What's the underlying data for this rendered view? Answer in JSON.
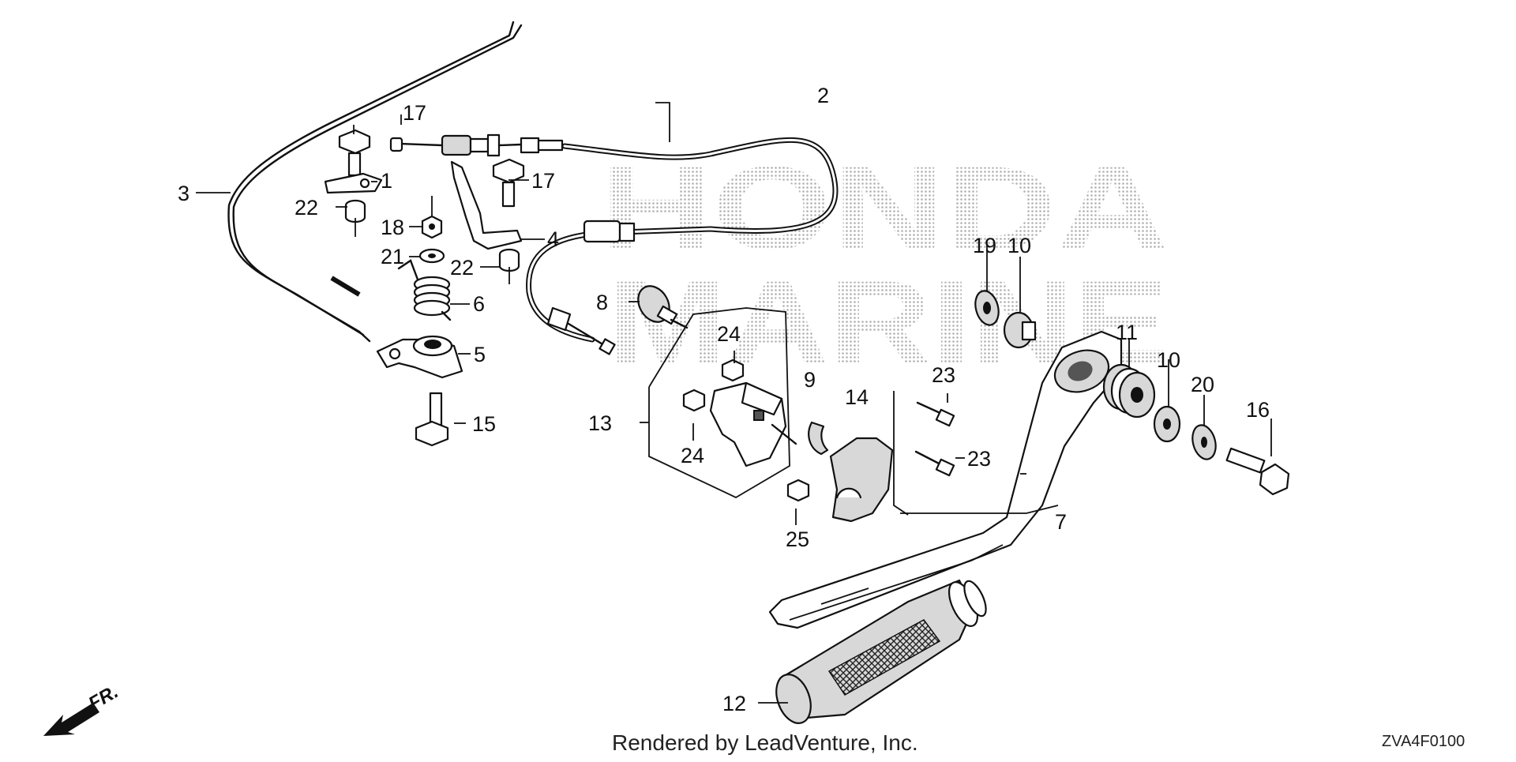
{
  "watermark": {
    "line1": "HONDA",
    "line2": "MARINE"
  },
  "callouts": [
    {
      "n": "1"
    },
    {
      "n": "2"
    },
    {
      "n": "3"
    },
    {
      "n": "4"
    },
    {
      "n": "5"
    },
    {
      "n": "6"
    },
    {
      "n": "7"
    },
    {
      "n": "8"
    },
    {
      "n": "9"
    },
    {
      "n": "10"
    },
    {
      "n": "10"
    },
    {
      "n": "11"
    },
    {
      "n": "12"
    },
    {
      "n": "13"
    },
    {
      "n": "14"
    },
    {
      "n": "15"
    },
    {
      "n": "16"
    },
    {
      "n": "17"
    },
    {
      "n": "17"
    },
    {
      "n": "18"
    },
    {
      "n": "19"
    },
    {
      "n": "20"
    },
    {
      "n": "21"
    },
    {
      "n": "22"
    },
    {
      "n": "22"
    },
    {
      "n": "23"
    },
    {
      "n": "23"
    },
    {
      "n": "24"
    },
    {
      "n": "24"
    },
    {
      "n": "25"
    }
  ],
  "direction": {
    "label": "FR."
  },
  "footer": {
    "rendered_by": "Rendered by LeadVenture, Inc.",
    "diagram_code": "ZVA4F0100"
  },
  "colors": {
    "ink": "#111111",
    "watermark": "#bbbbbb",
    "background": "#ffffff"
  }
}
